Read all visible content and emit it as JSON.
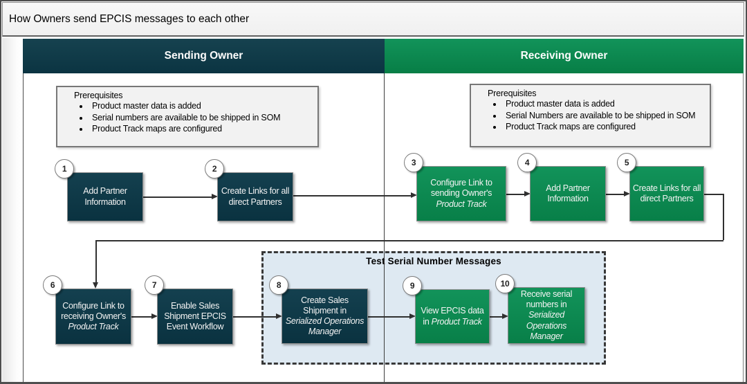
{
  "title_bar": {
    "title": "How Owners send EPCIS messages to each other"
  },
  "lanes": {
    "sending_label": "Sending Owner",
    "receiving_label": "Receiving Owner"
  },
  "colors": {
    "lane_teal": "#0c3847",
    "lane_green": "#0e8a4f",
    "group_background": "#dee9f2",
    "prereq_background": "#f2f2f2"
  },
  "prerequisites": {
    "sending": {
      "title": "Prerequisites",
      "items": [
        "Product master data is added",
        "Serial numbers are available to be shipped in SOM",
        "Product Track maps are configured"
      ]
    },
    "receiving": {
      "title": "Prerequisites",
      "items": [
        "Product master data is added",
        "Serial Numbers are available to be shipped in SOM",
        "Product Track maps are configured"
      ]
    }
  },
  "test_group": {
    "title": "Test Serial Number Messages"
  },
  "steps": [
    {
      "number": "1",
      "color": "teal",
      "segments": [
        {
          "t": "Add Partner Information",
          "i": false
        }
      ]
    },
    {
      "number": "2",
      "color": "teal",
      "segments": [
        {
          "t": "Create Links for all direct Partners",
          "i": false
        }
      ]
    },
    {
      "number": "3",
      "color": "green",
      "segments": [
        {
          "t": "Configure Link to sending Owner's ",
          "i": false
        },
        {
          "t": "Product Track",
          "i": true
        }
      ]
    },
    {
      "number": "4",
      "color": "green",
      "segments": [
        {
          "t": "Add Partner Information",
          "i": false
        }
      ]
    },
    {
      "number": "5",
      "color": "green",
      "segments": [
        {
          "t": "Create Links for all direct Partners",
          "i": false
        }
      ]
    },
    {
      "number": "6",
      "color": "teal",
      "segments": [
        {
          "t": "Configure Link to receiving Owner's ",
          "i": false
        },
        {
          "t": "Product Track",
          "i": true
        }
      ]
    },
    {
      "number": "7",
      "color": "teal",
      "segments": [
        {
          "t": "Enable Sales Shipment EPCIS Event Workflow",
          "i": false
        }
      ]
    },
    {
      "number": "8",
      "color": "teal",
      "segments": [
        {
          "t": "Create Sales Shipment in ",
          "i": false
        },
        {
          "t": "Serialized Operations Manager",
          "i": true
        }
      ]
    },
    {
      "number": "9",
      "color": "green",
      "segments": [
        {
          "t": "View EPCIS data in ",
          "i": false
        },
        {
          "t": "Product Track",
          "i": true
        }
      ]
    },
    {
      "number": "10",
      "color": "green",
      "segments": [
        {
          "t": "Receive serial numbers in ",
          "i": false
        },
        {
          "t": "Serialized Operations Manager",
          "i": true
        }
      ]
    }
  ]
}
